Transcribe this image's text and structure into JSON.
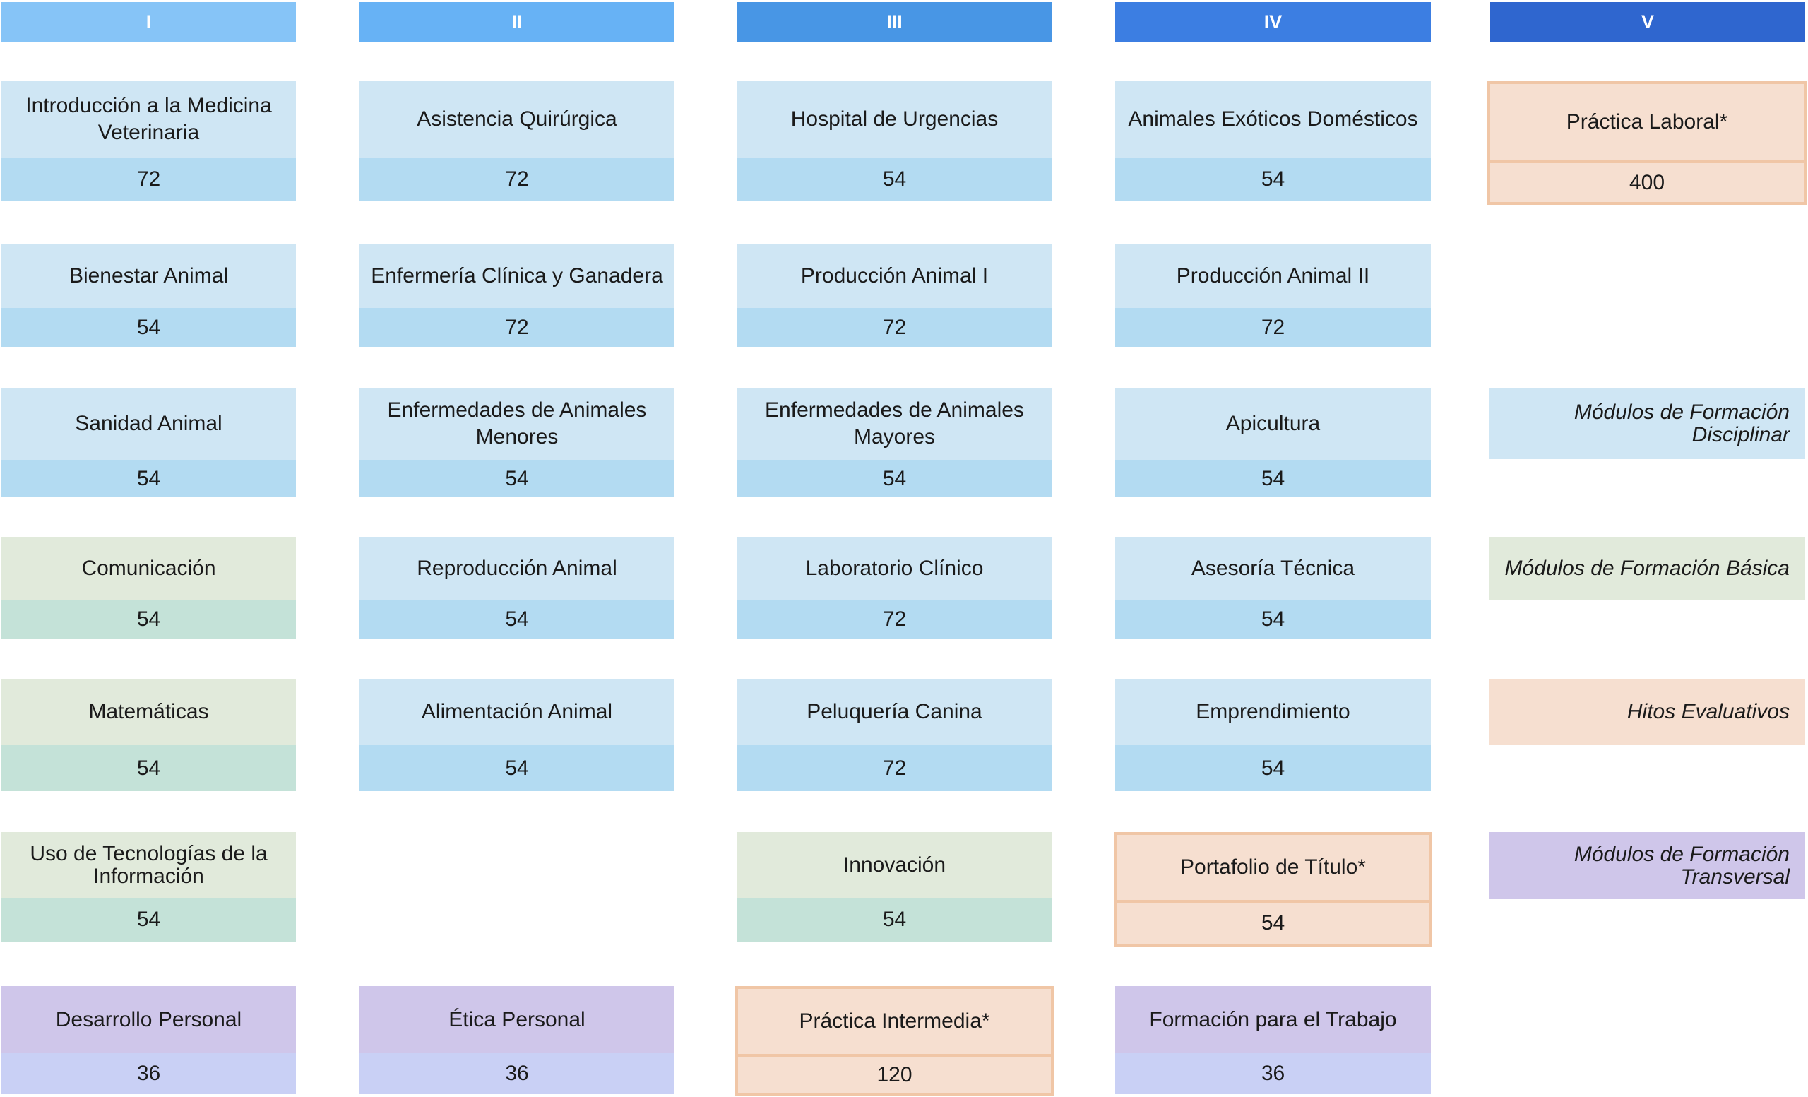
{
  "headers": [
    "I",
    "II",
    "III",
    "IV",
    "V"
  ],
  "colors": {
    "header": [
      "#86c4f7",
      "#67b2f5",
      "#4896e5",
      "#3c7ee2",
      "#2f66cf"
    ],
    "disciplinar": "#cfe6f4",
    "basica": "#e1eadb",
    "transversal": "#cfc6ea",
    "hitos": "#f6dfd0"
  },
  "columns": [
    {
      "modules": [
        {
          "name": "Introducción a la Medicina Veterinaria",
          "hours": "72",
          "type": "disciplinar"
        },
        {
          "name": "Bienestar Animal",
          "hours": "54",
          "type": "disciplinar"
        },
        {
          "name": "Sanidad Animal",
          "hours": "54",
          "type": "disciplinar"
        },
        {
          "name": "Comunicación",
          "hours": "54",
          "type": "basica"
        },
        {
          "name": "Matemáticas",
          "hours": "54",
          "type": "basica"
        },
        {
          "name": "Uso de Tecnologías de la Información",
          "hours": "54",
          "type": "basica"
        },
        {
          "name": "Desarrollo Personal",
          "hours": "36",
          "type": "transversal"
        }
      ]
    },
    {
      "modules": [
        {
          "name": "Asistencia Quirúrgica",
          "hours": "72",
          "type": "disciplinar"
        },
        {
          "name": "Enfermería Clínica y Ganadera",
          "hours": "72",
          "type": "disciplinar"
        },
        {
          "name": "Enfermedades de Animales Menores",
          "hours": "54",
          "type": "disciplinar"
        },
        {
          "name": "Reproducción Animal",
          "hours": "54",
          "type": "disciplinar"
        },
        {
          "name": "Alimentación Animal",
          "hours": "54",
          "type": "disciplinar"
        },
        {
          "name": "Ética Personal",
          "hours": "36",
          "type": "transversal"
        }
      ]
    },
    {
      "modules": [
        {
          "name": "Hospital de Urgencias",
          "hours": "54",
          "type": "disciplinar"
        },
        {
          "name": "Producción Animal I",
          "hours": "72",
          "type": "disciplinar"
        },
        {
          "name": "Enfermedades de Animales Mayores",
          "hours": "54",
          "type": "disciplinar"
        },
        {
          "name": "Laboratorio Clínico",
          "hours": "72",
          "type": "disciplinar"
        },
        {
          "name": "Peluquería Canina",
          "hours": "72",
          "type": "disciplinar"
        },
        {
          "name": "Innovación",
          "hours": "54",
          "type": "basica"
        },
        {
          "name": "Práctica Intermedia*",
          "hours": "120",
          "type": "hitos"
        }
      ]
    },
    {
      "modules": [
        {
          "name": "Animales Exóticos Domésticos",
          "hours": "54",
          "type": "disciplinar"
        },
        {
          "name": "Producción Animal II",
          "hours": "72",
          "type": "disciplinar"
        },
        {
          "name": "Apicultura",
          "hours": "54",
          "type": "disciplinar"
        },
        {
          "name": "Asesoría Técnica",
          "hours": "54",
          "type": "disciplinar"
        },
        {
          "name": "Emprendimiento",
          "hours": "54",
          "type": "disciplinar"
        },
        {
          "name": "Portafolio de Título*",
          "hours": "54",
          "type": "hitos"
        },
        {
          "name": "Formación para el Trabajo",
          "hours": "36",
          "type": "transversal"
        }
      ]
    },
    {
      "modules": [
        {
          "name": "Práctica Laboral*",
          "hours": "400",
          "type": "hitos"
        }
      ]
    }
  ],
  "legend": [
    {
      "label": "Módulos de Formación Disciplinar",
      "type": "disciplinar"
    },
    {
      "label": "Módulos de Formación Básica",
      "type": "basica"
    },
    {
      "label": "Hitos Evaluativos",
      "type": "hitos"
    },
    {
      "label": "Módulos de Formación Transversal",
      "type": "transversal"
    }
  ]
}
